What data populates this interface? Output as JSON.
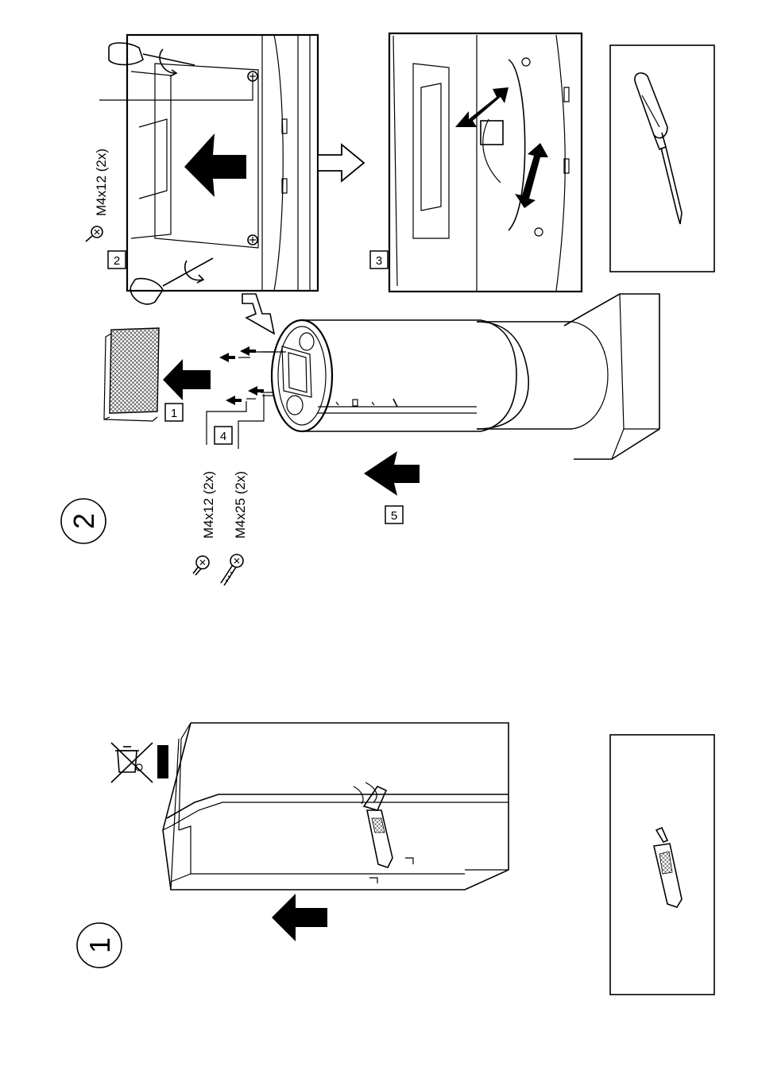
{
  "steps": {
    "step1": {
      "number": "1"
    },
    "step2": {
      "number": "2"
    }
  },
  "substeps": {
    "s1": "1",
    "s2": "2",
    "s3": "3",
    "s4": "4",
    "s5": "5"
  },
  "screws": {
    "top_label": "M4x12 (2x)",
    "a_label": "M4x12 (2x)",
    "b_label": "M4x25 (2x)"
  },
  "tools": {
    "top_box": "screwdriver-icon",
    "bottom_box": "utility-knife-icon"
  },
  "symbols": {
    "weee": "crossed-bin-icon"
  },
  "colors": {
    "ink": "#000000",
    "paper": "#ffffff"
  }
}
